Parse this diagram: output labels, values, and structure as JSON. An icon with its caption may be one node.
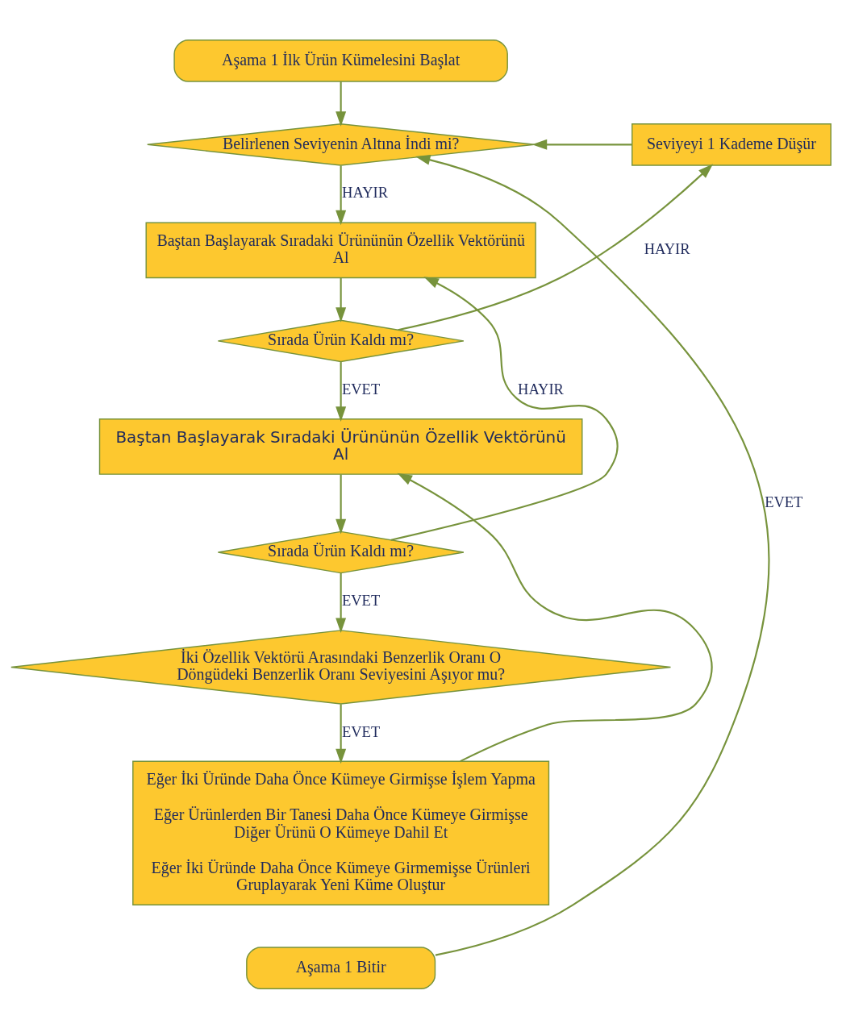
{
  "diagram": {
    "nodes": [
      {
        "text": [
          "Aşama 1 İlk Ürün Kümelesini Başlat"
        ]
      },
      {
        "text": [
          "Belirlenen Seviyenin Altına İndi mi?"
        ]
      },
      {
        "text": [
          "Seviyeyi 1 Kademe Düşür"
        ]
      },
      {
        "text": [
          "Baştan Başlayarak Sıradaki Ürününün Özellik Vektörünü Al"
        ]
      },
      {
        "text": [
          "Sırada Ürün Kaldı mı?"
        ]
      },
      {
        "text": [
          "Baştan Başlayarak Sıradaki Ürününün Özellik Vektörünü Al"
        ]
      },
      {
        "text": [
          "Sırada Ürün Kaldı mı?"
        ]
      },
      {
        "text": [
          "İki Özellik Vektörü Arasındaki Benzerlik Oranı O Döngüdeki Benzerlik Oranı Seviyesini Aşıyor mu?"
        ]
      },
      {
        "text": [
          "Eğer İki Üründe Daha Önce Kümeye Girmişse İşlem Yapma",
          "Eğer Ürünlerden Bir Tanesi Daha Önce Kümeye Girmişse Diğer Ürünü O Kümeye Dahil Et",
          "Eğer İki Üründe Daha Önce Kümeye Girmemişse Ürünleri Gruplayarak Yeni Küme Oluştur"
        ]
      },
      {
        "text": [
          "Aşama 1 Bitir"
        ]
      }
    ],
    "edges": [
      {
        "from": 0,
        "to": 1,
        "arrow": "to"
      },
      {
        "from": 2,
        "to": 1,
        "arrow": "to"
      },
      {
        "from": 1,
        "to": 3,
        "arrow": "to",
        "label": "HAYIR"
      },
      {
        "from": 3,
        "to": 4,
        "arrow": "to"
      },
      {
        "from": 4,
        "to": 2,
        "arrow": "to",
        "label": "HAYIR"
      },
      {
        "from": 4,
        "to": 5,
        "arrow": "to",
        "label": "EVET"
      },
      {
        "from": 5,
        "to": 6,
        "arrow": "to"
      },
      {
        "from": 6,
        "to": 3,
        "arrow": "to",
        "label": "HAYIR"
      },
      {
        "from": 6,
        "to": 7,
        "arrow": "to",
        "label": "EVET"
      },
      {
        "from": 7,
        "to": 8,
        "arrow": "to",
        "label": "EVET"
      },
      {
        "from": 8,
        "to": 5,
        "arrow": "to"
      },
      {
        "from": 9,
        "to": 1,
        "arrow": "to",
        "label": "EVET"
      }
    ]
  }
}
